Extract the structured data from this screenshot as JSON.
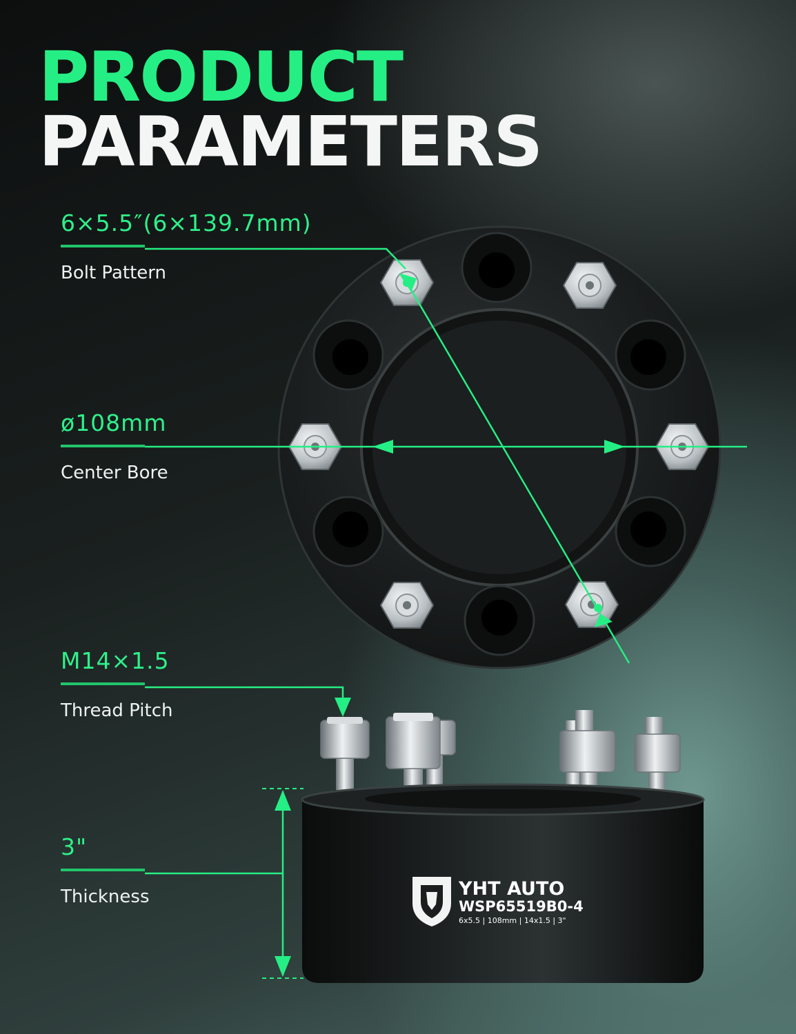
{
  "title": {
    "line1": "PRODUCT",
    "line2": "PARAMETERS"
  },
  "specs": [
    {
      "value": "6×5.5″(6×139.7mm)",
      "label": "Bolt Pattern"
    },
    {
      "value": "ø108mm",
      "label": "Center Bore"
    },
    {
      "value": "M14×1.5",
      "label": "Thread Pitch"
    },
    {
      "value": "3\"",
      "label": "Thickness"
    }
  ],
  "product": {
    "brand": "YHT AUTO",
    "model": "WSP65519B0-4",
    "spec_line": "6x5.5 | 108mm | 14x1.5 | 3\""
  },
  "colors": {
    "accent_green": "#25ef84",
    "spacer_black": "#141616",
    "nut_silver": "#c9ced1"
  },
  "icons": [
    "lion-logo-icon",
    "wheel-spacer-top-view",
    "wheel-spacer-side-view"
  ]
}
